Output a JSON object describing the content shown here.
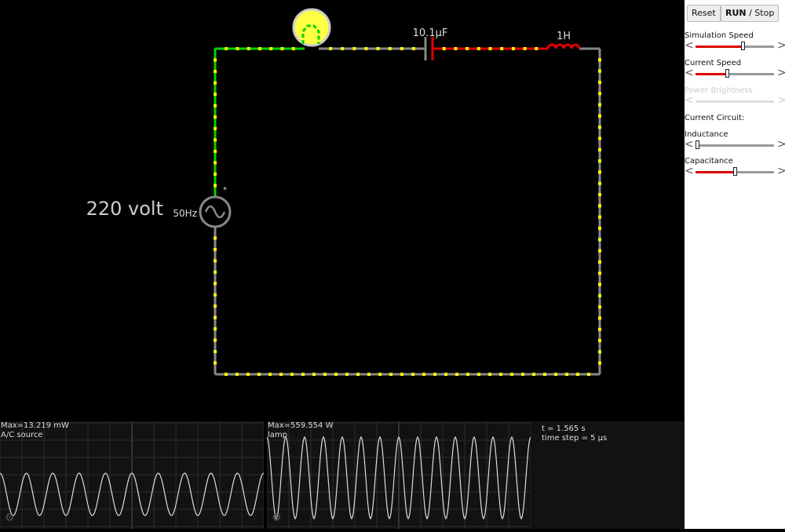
{
  "circuit": {
    "source_voltage": "220 volt",
    "source_frequency": "50Hz",
    "source_marker": "*",
    "capacitor_label": "10.1µF",
    "inductor_label": "1H",
    "colors": {
      "positive": "#00d400",
      "negative": "#e00000",
      "neutral": "#888888",
      "current_dot": "#ffff00",
      "lamp": "#ffff44"
    }
  },
  "scopes": [
    {
      "max_label": "Max=13.219 mW",
      "name": "A/C source"
    },
    {
      "max_label": "Max=559.554 W",
      "name": "lamp"
    }
  ],
  "info": {
    "time": "t = 1.565 s",
    "time_step": "time step = 5 µs"
  },
  "panel": {
    "reset_label": "Reset",
    "run_label": "RUN",
    "stop_label": " / Stop",
    "simulation_speed": {
      "label": "Simulation Speed",
      "value": 0.6
    },
    "current_speed": {
      "label": "Current Speed",
      "value": 0.4
    },
    "power_brightness": {
      "label": "Power Brightness",
      "disabled": true
    },
    "current_circuit_label": "Current Circuit:",
    "inductance": {
      "label": "Inductance",
      "value": 0.02
    },
    "capacitance": {
      "label": "Capacitance",
      "value": 0.5
    },
    "left_arrow": "<",
    "right_arrow": ">"
  }
}
